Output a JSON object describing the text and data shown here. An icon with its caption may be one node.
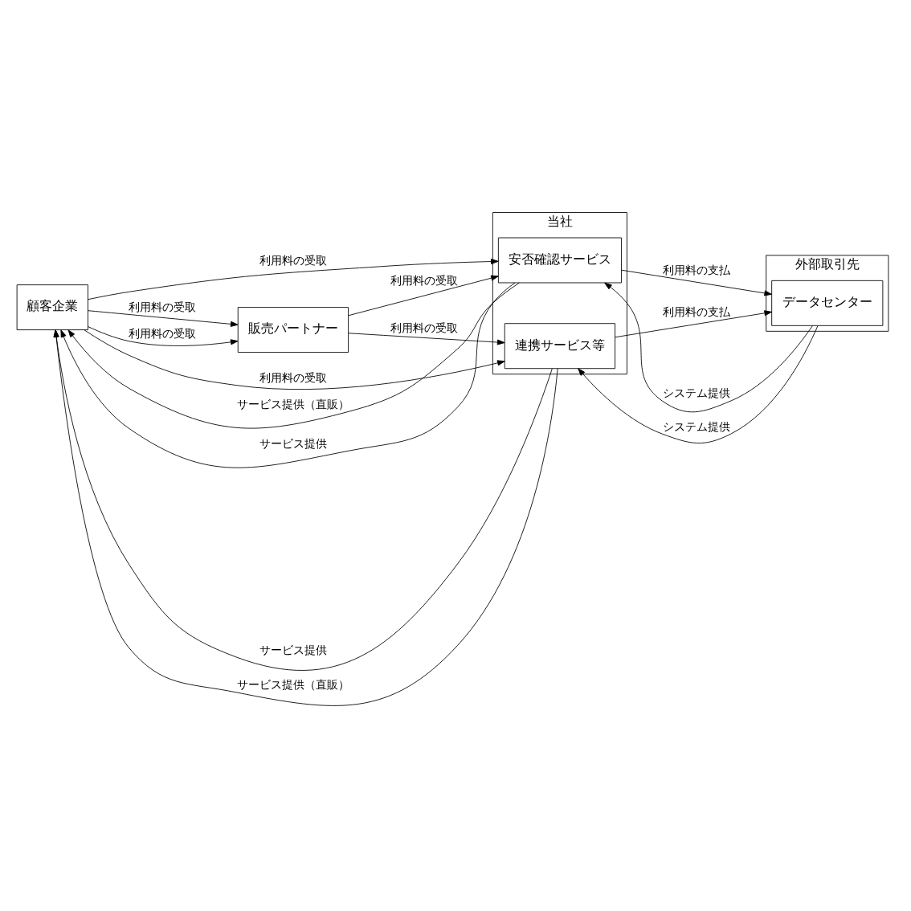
{
  "diagram": {
    "nodes": [
      {
        "text": [
          "顧客企業"
        ]
      },
      {
        "text": [
          "販売パートナー"
        ]
      },
      {
        "text": [
          "当社"
        ]
      },
      {
        "text": [
          "安否確認サービス"
        ],
        "in": 2
      },
      {
        "text": [
          "連携サービス等"
        ],
        "in": 2
      },
      {
        "text": [
          "外部取引先"
        ]
      },
      {
        "text": [
          "データセンター"
        ],
        "in": 5
      }
    ],
    "edges": [
      {
        "from": 3,
        "to": 0,
        "arrow": "to",
        "label": "サービス提供（直販）"
      },
      {
        "from": 0,
        "to": 3,
        "arrow": "to",
        "label": "利用料の受取"
      },
      {
        "from": 3,
        "to": 0,
        "arrow": "to",
        "label": "サービス提供"
      },
      {
        "from": 0,
        "to": 1,
        "arrow": "to",
        "label": "利用料の受取"
      },
      {
        "from": 1,
        "to": 3,
        "arrow": "to",
        "label": "利用料の受取"
      },
      {
        "from": 6,
        "to": 3,
        "arrow": "to",
        "label": "システム提供"
      },
      {
        "from": 3,
        "to": 6,
        "arrow": "to",
        "label": "利用料の支払"
      },
      {
        "from": 4,
        "to": 0,
        "arrow": "to",
        "label": "サービス提供"
      },
      {
        "from": 0,
        "to": 1,
        "arrow": "to",
        "label": "利用料の受取"
      },
      {
        "from": 1,
        "to": 4,
        "arrow": "to",
        "label": "利用料の受取"
      },
      {
        "from": 6,
        "to": 4,
        "arrow": "to",
        "label": "システム提供"
      },
      {
        "from": 4,
        "to": 6,
        "arrow": "to",
        "label": "利用料の支払"
      },
      {
        "from": 4,
        "to": 0,
        "arrow": "to",
        "label": "サービス提供（直販）"
      },
      {
        "from": 0,
        "to": 4,
        "arrow": "to",
        "label": "利用料の受取"
      }
    ]
  }
}
